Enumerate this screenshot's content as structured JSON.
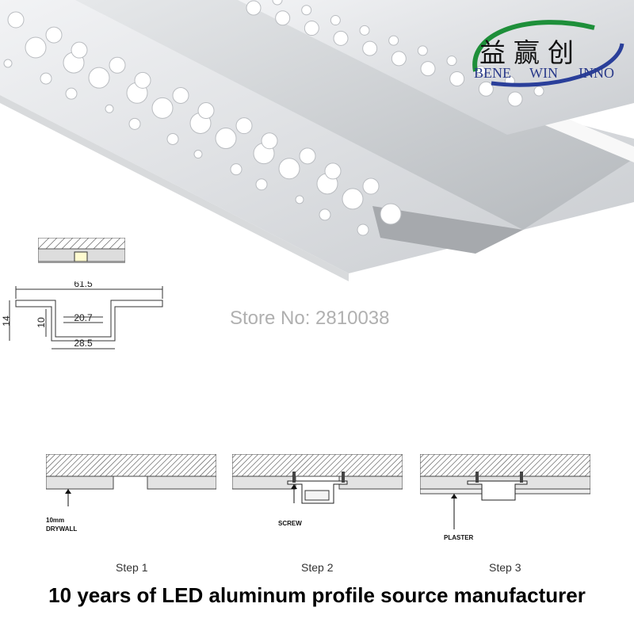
{
  "logo": {
    "chinese": "益赢创",
    "english": [
      "BENE",
      "WIN",
      "INNO"
    ]
  },
  "dimensions": {
    "width_total": "61.5",
    "height_total": "14",
    "height_inner": "10",
    "inner_width": "20.7",
    "bottom_width": "28.5"
  },
  "store": {
    "text": "Store No: 2810038"
  },
  "steps": [
    {
      "label": "Step 1",
      "callout": [
        "10mm",
        "DRYWALL"
      ]
    },
    {
      "label": "Step 2",
      "callout": [
        "SCREW"
      ]
    },
    {
      "label": "Step 3",
      "callout": [
        "PLASTER"
      ]
    }
  ],
  "footer": {
    "text": "10 years of LED aluminum profile source manufacturer"
  }
}
